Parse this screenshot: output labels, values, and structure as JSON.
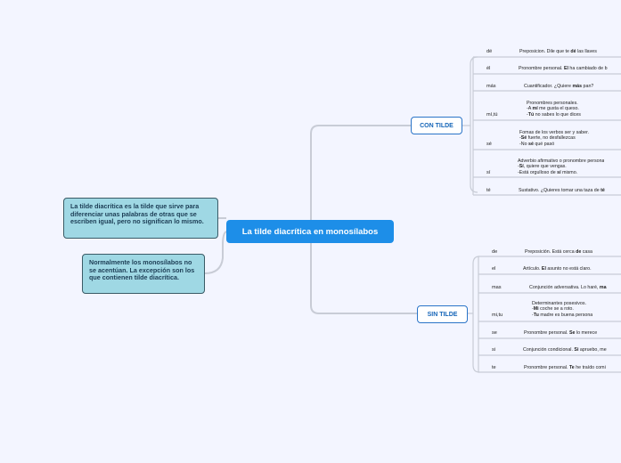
{
  "central": "La tilde diacrítica en monosílabos",
  "notes": [
    "La tilde diacrítica es la tilde que sirve para diferenciar unas palabras de otras que se escriben igual, pero no significan lo mismo.",
    "Normalmente los monosílabos no se acentúan. La excepción son los que contienen tilde diacrítica."
  ],
  "branches": {
    "con": {
      "label": "CON TILDE",
      "items": [
        {
          "word": "dé",
          "lines": [
            [
              "Preposicion. Dile que te ",
              "dé",
              " las llaves"
            ]
          ]
        },
        {
          "word": "él",
          "lines": [
            [
              "Pronombre personal. ",
              "Él",
              " ha cambiado de b"
            ]
          ]
        },
        {
          "word": "más",
          "lines": [
            [
              "Cuantificador. ¿Quiere ",
              "más",
              " pan?"
            ]
          ]
        },
        {
          "word": "mí,tú",
          "lines": [
            [
              "Pronombres personales.",
              "",
              ""
            ],
            [
              "-A ",
              "mí",
              " me gusta el queso."
            ],
            [
              "-",
              "Tú",
              " no sabes lo que dices"
            ]
          ]
        },
        {
          "word": "sé",
          "lines": [
            [
              "Fomas de los verbos ser y saber.",
              "",
              ""
            ],
            [
              "-",
              "Sé",
              " fuerte, no desfallezcas"
            ],
            [
              "-No ",
              "sé",
              " qué pasó"
            ]
          ]
        },
        {
          "word": "sí",
          "lines": [
            [
              "Adverbio afirmativo o pronombre persona",
              "",
              ""
            ],
            [
              "-",
              "Sí",
              ", quiere que vengas."
            ],
            [
              "-Está orgulloso de ",
              "sí",
              " mismo."
            ]
          ]
        },
        {
          "word": "té",
          "lines": [
            [
              "Sustativo. ¿Quieres tomar una taza de ",
              "té",
              ""
            ]
          ]
        }
      ]
    },
    "sin": {
      "label": "SIN TILDE",
      "items": [
        {
          "word": "de",
          "lines": [
            [
              "Preposición. Está cerca ",
              "de",
              " casa"
            ]
          ]
        },
        {
          "word": "el",
          "lines": [
            [
              "Artículo. ",
              "El",
              " asunto no está claro."
            ]
          ]
        },
        {
          "word": "mas",
          "lines": [
            [
              "Conjunción adversativa. Lo haré, ",
              "ma",
              ""
            ]
          ]
        },
        {
          "word": "mi,tu",
          "lines": [
            [
              "Determinantes posesivos.",
              "",
              ""
            ],
            [
              "-",
              "Mi",
              " coche se a roto."
            ],
            [
              "-",
              "Tu",
              " madre es buena persona"
            ]
          ]
        },
        {
          "word": "se",
          "lines": [
            [
              "Pronombre personal. ",
              "Se",
              " lo merece"
            ]
          ]
        },
        {
          "word": "si",
          "lines": [
            [
              "Conjunción condicional. ",
              "Si",
              " apruebo, me"
            ]
          ]
        },
        {
          "word": "te",
          "lines": [
            [
              "Pronombre personal. ",
              "Te",
              " he traído comi"
            ]
          ]
        }
      ]
    }
  }
}
